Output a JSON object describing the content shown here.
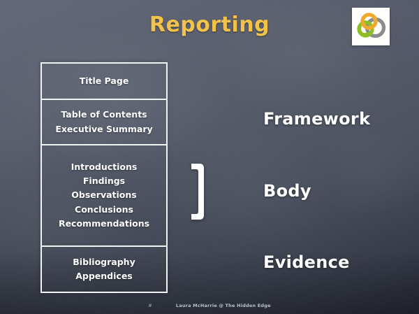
{
  "slide": {
    "title": "Reporting",
    "title_color": "#f3c24a",
    "background_color": "#5b6170"
  },
  "logo": {
    "name": "three-interlocking-rings-logo",
    "ring_colors": [
      "#f0a92c",
      "#8cbf26",
      "#8b8c8e"
    ],
    "background": "#fdfdfb"
  },
  "outline": {
    "sections": [
      {
        "id": "title-page",
        "lines": [
          "Title Page"
        ]
      },
      {
        "id": "front-matter",
        "lines": [
          "Table of Contents",
          "Executive Summary"
        ]
      },
      {
        "id": "body-matter",
        "lines": [
          "Introductions",
          "Findings",
          "Observations",
          "Conclusions",
          "Recommendations"
        ]
      },
      {
        "id": "back-matter",
        "lines": [
          "Bibliography",
          "Appendices"
        ]
      }
    ]
  },
  "bracket": {
    "glyph": "]"
  },
  "labels": {
    "framework": "Framework",
    "body": "Body",
    "evidence": "Evidence"
  },
  "footer": {
    "slide_number": "#",
    "credit": "Laura McHarrie @ The Hidden Edge"
  }
}
